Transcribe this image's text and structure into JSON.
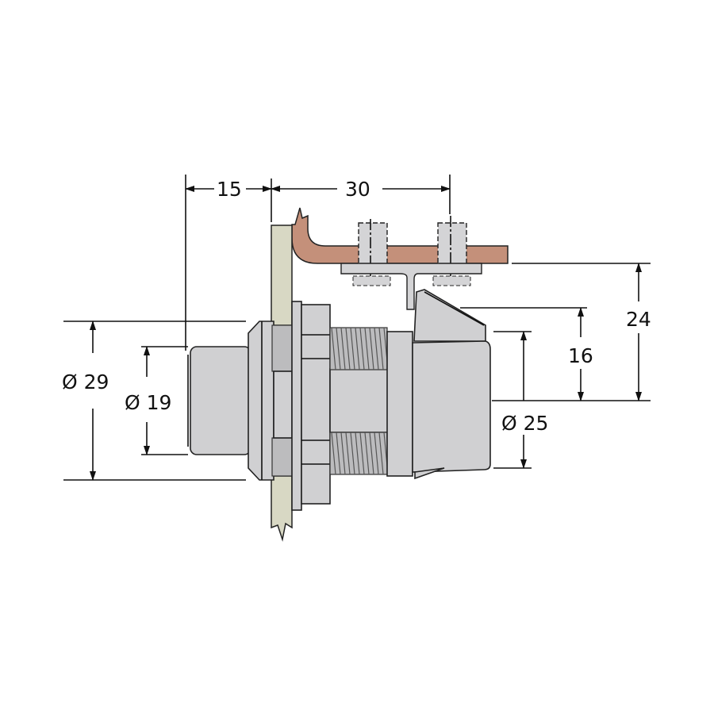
{
  "dimensions": {
    "offset_front": "15",
    "offset_cam": "30",
    "bezel_diameter": "Ø 29",
    "plug_diameter": "Ø 19",
    "housing_diameter": "Ø 25",
    "cam_height": "16",
    "bracket_height": "24"
  },
  "colors": {
    "panel": "#d8d8c4",
    "bracket": "#c4907a",
    "metal": "#d0d0d2"
  }
}
